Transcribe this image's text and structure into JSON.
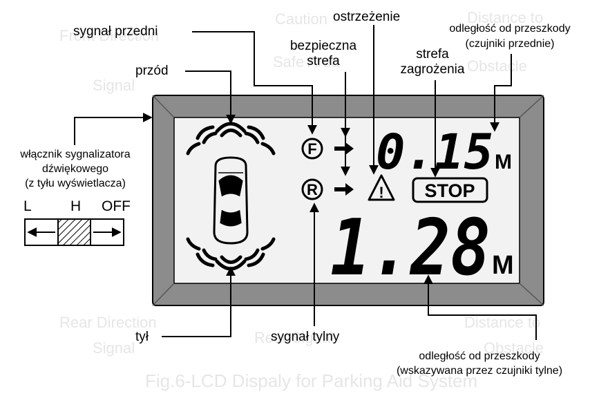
{
  "colors": {
    "frame": "#8c8c8c",
    "screen": "#f2f2f2",
    "ink": "#000000",
    "ghost_text": "#e6e6e6"
  },
  "labels": {
    "front_signal": "sygnał przedni",
    "front": "przód",
    "safe_zone_line1": "bezpieczna",
    "safe_zone_line2": "strefa",
    "warning": "ostrzeżenie",
    "danger_zone_line1": "strefa",
    "danger_zone_line2": "zagrożenia",
    "front_distance_line1": "odległość od przeszkody",
    "front_distance_line2": "(czujniki przednie)",
    "buzzer_line1": "włącznik sygnalizatora",
    "buzzer_line2": "dźwiękowego",
    "buzzer_line3": "(z tyłu wyświetlacza)",
    "rear": "tył",
    "rear_signal": "sygnał tylny",
    "rear_distance_line1": "odległość od przeszkody",
    "rear_distance_line2": "(wskazywana przez czujniki tylne)"
  },
  "switch": {
    "positions": [
      "L",
      "H",
      "OFF"
    ]
  },
  "lcd": {
    "front_indicator": "F",
    "rear_indicator": "R",
    "front_distance": "0.15",
    "front_unit": "M",
    "rear_distance": "1.28",
    "rear_unit": "M",
    "stop_text": "STOP",
    "warning_symbol": "!"
  },
  "faded_background": {
    "front_direction": [
      "Front Direction",
      "Signal"
    ],
    "caution": [
      "Caution"
    ],
    "safe_area": [
      "Safe Area"
    ],
    "distance_front": [
      "Distance to",
      "Obstacle"
    ],
    "rear_direction": [
      "Rear Direction",
      "Signal"
    ],
    "rear_signal": [
      "Rear Signal"
    ],
    "distance_rear": [
      "Distance to",
      "Obstacle"
    ],
    "caption": "Fig.6-LCD Dispaly for Parking Aid System"
  }
}
